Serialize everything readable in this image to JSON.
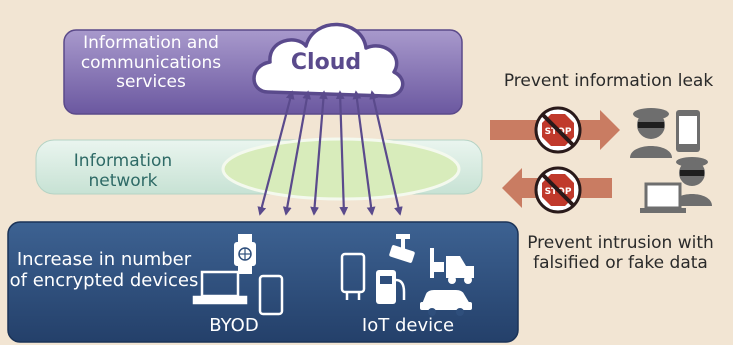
{
  "labels": {
    "services": "Information and communications services",
    "cloud": "Cloud",
    "network": "Information network",
    "devices": "Increase in number of encrypted devices",
    "byod": "BYOD",
    "iot": "IoT device",
    "leak": "Prevent information leak",
    "intrusion": "Prevent intrusion with falsified or fake data",
    "stop": "STOP"
  },
  "colors": {
    "background": "#f2e5d3",
    "services_box": "#7a68a8",
    "network_band": "#d6ebe0",
    "devices_box": "#2f4f7c",
    "arrow": "#5a4a8c",
    "block_arrow": "#c97c62",
    "stop_sign": "#c0392b",
    "person": "#6e6e6e"
  }
}
